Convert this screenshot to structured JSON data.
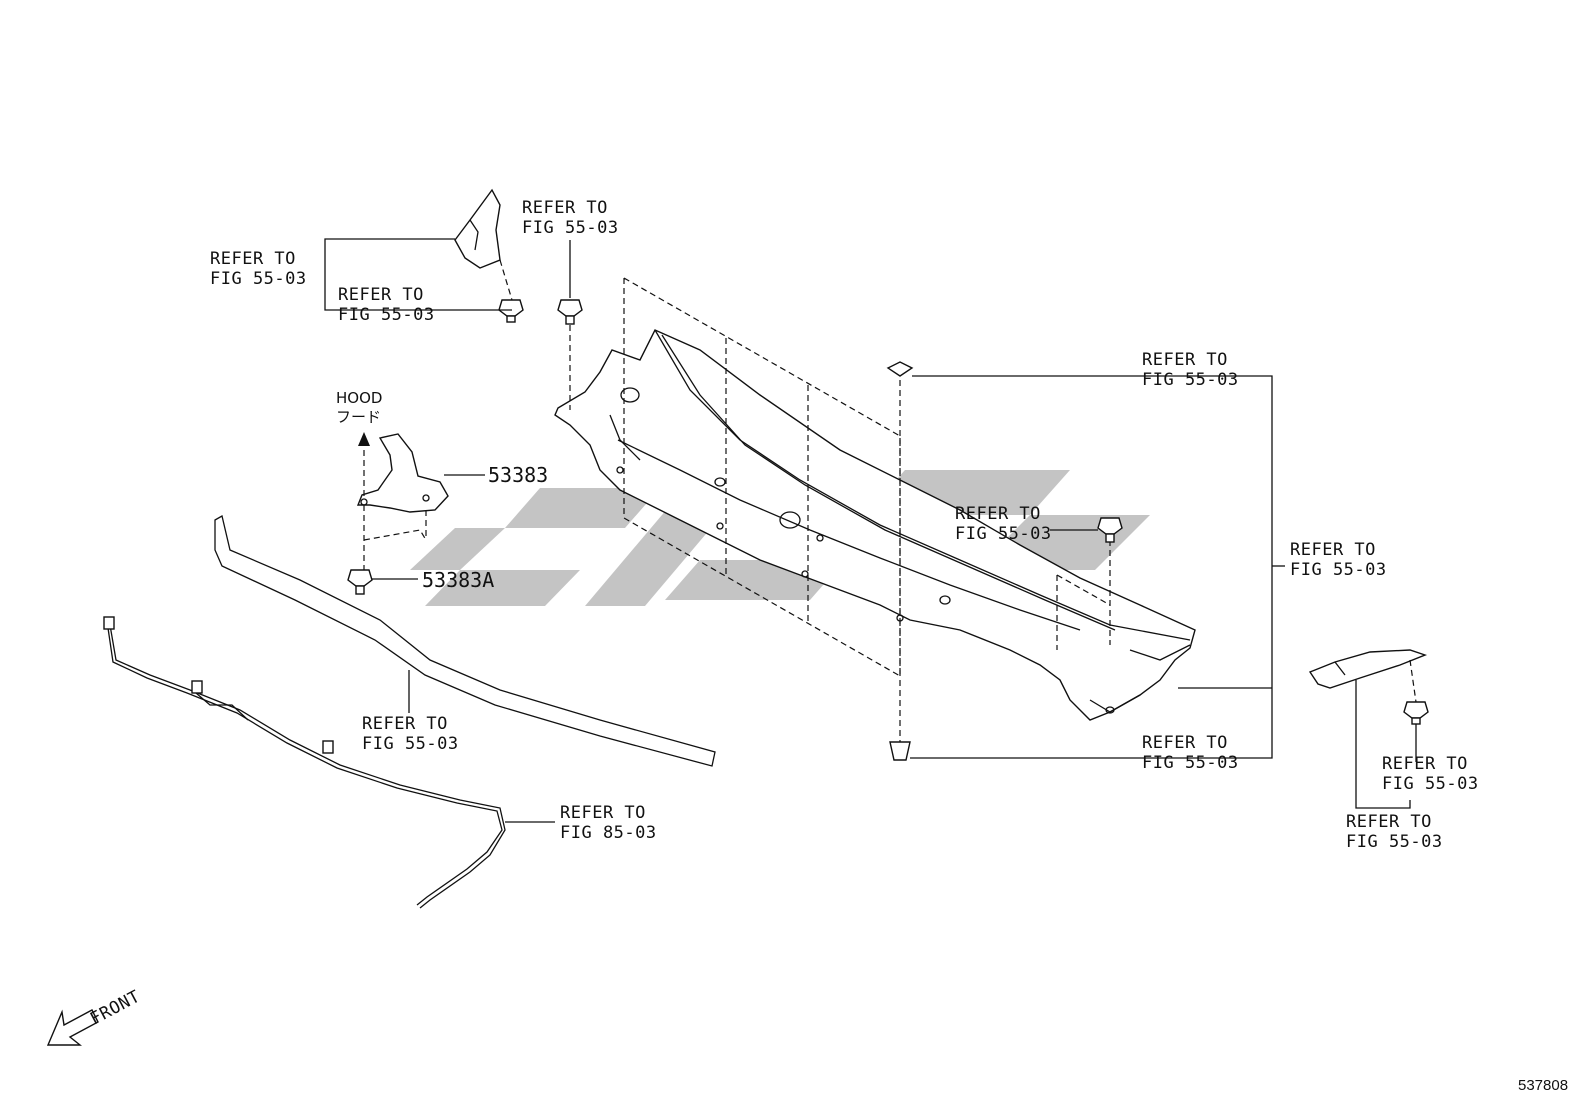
{
  "callouts": {
    "c1": [
      "REFER TO",
      "FIG 55-03"
    ],
    "c2": [
      "REFER TO",
      "FIG 55-03"
    ],
    "c3": [
      "REFER TO",
      "FIG 55-03"
    ],
    "c4": [
      "REFER TO",
      "FIG 55-03"
    ],
    "c5": [
      "REFER TO",
      "FIG 55-03"
    ],
    "c6": [
      "REFER TO",
      "FIG 55-03"
    ],
    "c7": [
      "REFER TO",
      "FIG 55-03"
    ],
    "c8": [
      "REFER TO",
      "FIG 55-03"
    ],
    "c9": [
      "REFER TO",
      "FIG 85-03"
    ],
    "c10": [
      "REFER TO",
      "FIG 55-03"
    ],
    "c11": [
      "REFER TO",
      "FIG 55-03"
    ]
  },
  "hood": {
    "en": "HOOD",
    "jp": "フード"
  },
  "parts": {
    "p1": "53383",
    "p2": "53383A"
  },
  "front_label": "FRONT",
  "diagram_id": "537808",
  "watermark_color": "#c4c4c4"
}
